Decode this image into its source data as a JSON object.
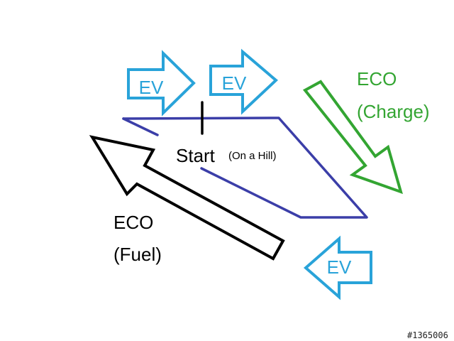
{
  "diagram": {
    "labels": {
      "ev_arrow_1": "EV",
      "ev_arrow_2": "EV",
      "ev_arrow_3": "EV",
      "eco_charge_line1": "ECO",
      "eco_charge_line2": "(Charge)",
      "eco_fuel_line1": "ECO",
      "eco_fuel_line2": "(Fuel)",
      "start": "Start",
      "start_note": "(On a Hill)"
    },
    "colors": {
      "ev": "#29a3d9",
      "eco_charge": "#33a532",
      "eco_fuel": "#000000",
      "track": "#3b3ea8",
      "start_marker": "#000000"
    }
  },
  "watermark": "#1365006"
}
